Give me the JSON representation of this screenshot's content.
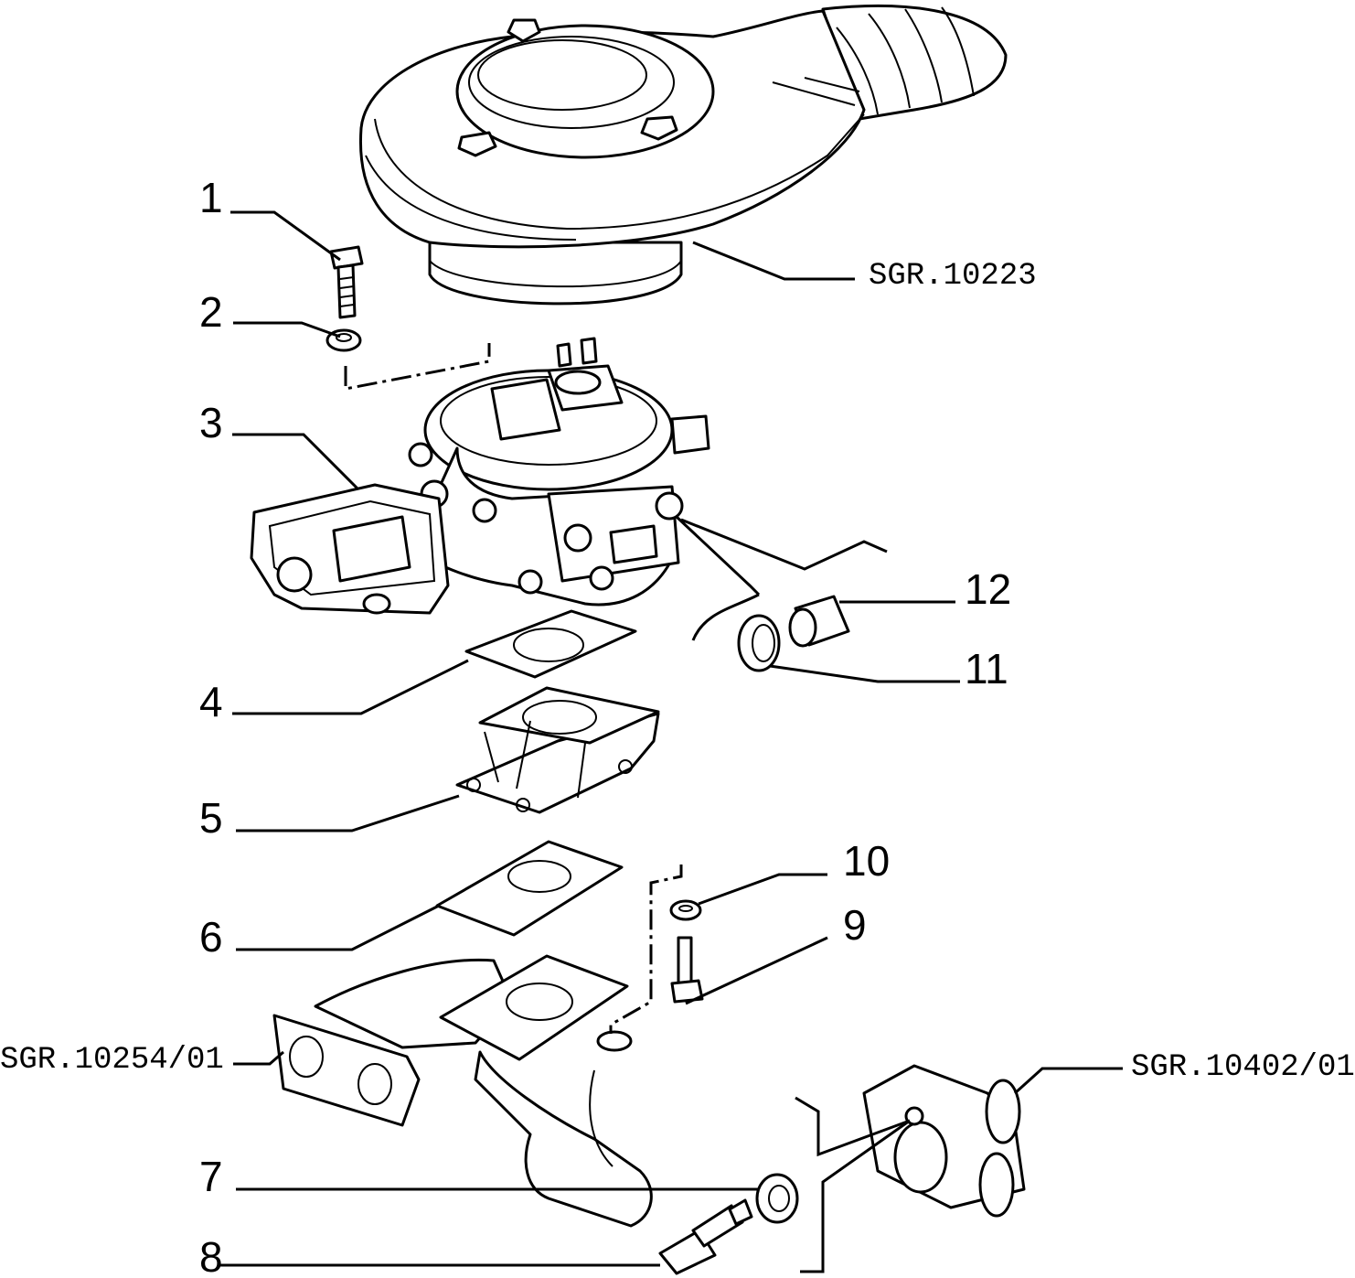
{
  "diagram": {
    "callouts": [
      {
        "id": "1",
        "label": "1"
      },
      {
        "id": "2",
        "label": "2"
      },
      {
        "id": "3",
        "label": "3"
      },
      {
        "id": "4",
        "label": "4"
      },
      {
        "id": "5",
        "label": "5"
      },
      {
        "id": "6",
        "label": "6"
      },
      {
        "id": "7",
        "label": "7"
      },
      {
        "id": "8",
        "label": "8"
      },
      {
        "id": "9",
        "label": "9"
      },
      {
        "id": "10",
        "label": "10"
      },
      {
        "id": "11",
        "label": "11"
      },
      {
        "id": "12",
        "label": "12"
      }
    ],
    "references": {
      "air_filter": "SGR.10223",
      "intake_manifold": "SGR.10254/01",
      "thermostat": "SGR.10402/01"
    }
  }
}
